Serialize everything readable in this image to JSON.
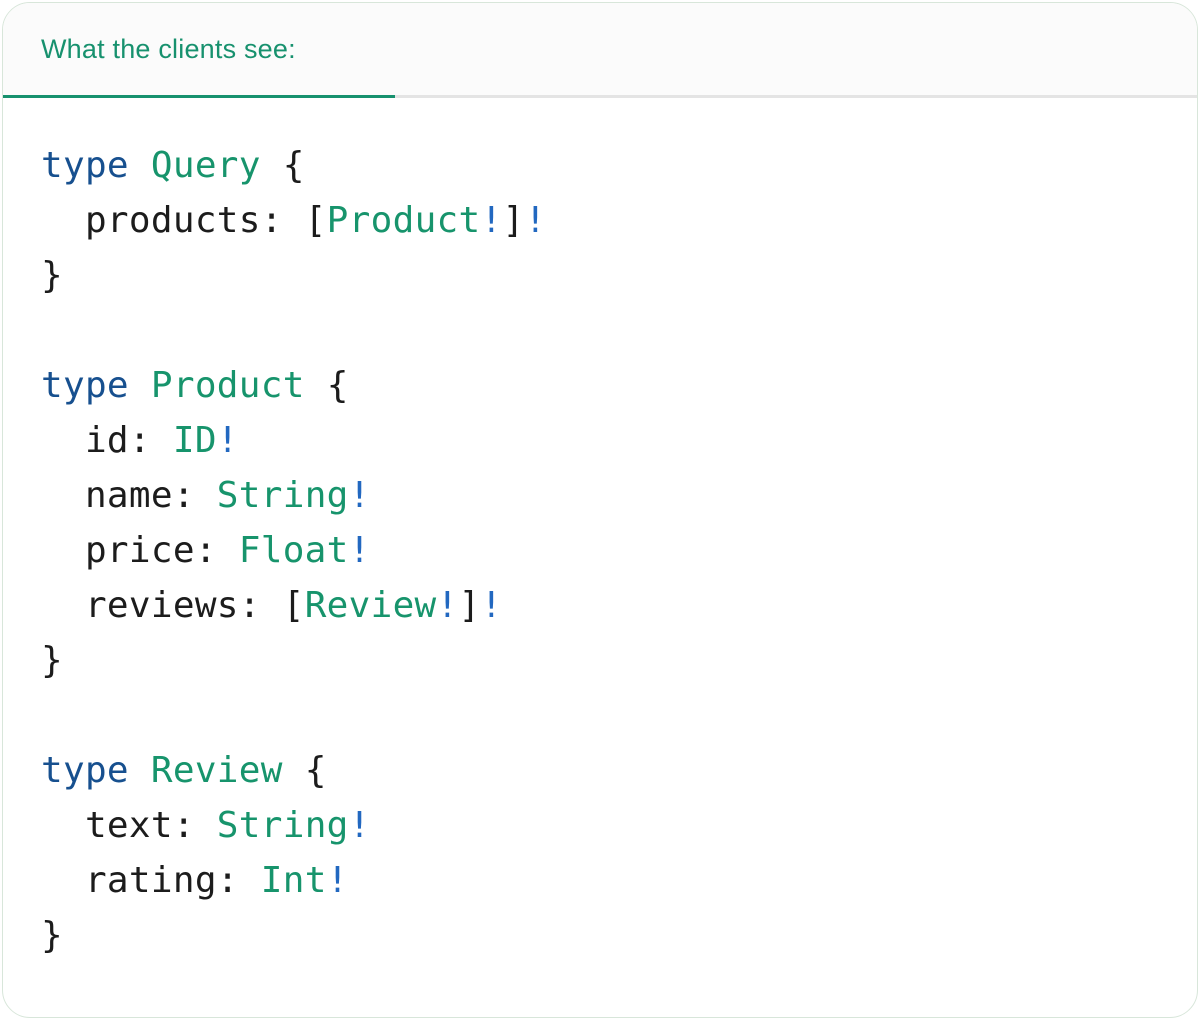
{
  "tab": {
    "label": "What the clients see:"
  },
  "colors": {
    "accent_green": "#17916e",
    "tab_bar_bg": "#fbfbfb",
    "divider_gray": "#e4e4e4",
    "card_border": "#d8e6da",
    "code_plain": "#1c1c1c",
    "keyword_blue": "#17508f",
    "type_green": "#17946c",
    "bang_blue": "#2268c0"
  },
  "code": {
    "token_colors": {
      "kw": "#17508f",
      "type": "#17946c",
      "plain": "#1c1c1c",
      "bang": "#2268c0"
    },
    "lines": [
      [
        {
          "c": "kw",
          "t": "type"
        },
        {
          "c": "plain",
          "t": " "
        },
        {
          "c": "type",
          "t": "Query"
        },
        {
          "c": "plain",
          "t": " {"
        }
      ],
      [
        {
          "c": "plain",
          "t": "  products: ["
        },
        {
          "c": "type",
          "t": "Product"
        },
        {
          "c": "bang",
          "t": "!"
        },
        {
          "c": "plain",
          "t": "]"
        },
        {
          "c": "bang",
          "t": "!"
        }
      ],
      [
        {
          "c": "plain",
          "t": "}"
        }
      ],
      [],
      [
        {
          "c": "kw",
          "t": "type"
        },
        {
          "c": "plain",
          "t": " "
        },
        {
          "c": "type",
          "t": "Product"
        },
        {
          "c": "plain",
          "t": " {"
        }
      ],
      [
        {
          "c": "plain",
          "t": "  id: "
        },
        {
          "c": "type",
          "t": "ID"
        },
        {
          "c": "bang",
          "t": "!"
        }
      ],
      [
        {
          "c": "plain",
          "t": "  name: "
        },
        {
          "c": "type",
          "t": "String"
        },
        {
          "c": "bang",
          "t": "!"
        }
      ],
      [
        {
          "c": "plain",
          "t": "  price: "
        },
        {
          "c": "type",
          "t": "Float"
        },
        {
          "c": "bang",
          "t": "!"
        }
      ],
      [
        {
          "c": "plain",
          "t": "  reviews: ["
        },
        {
          "c": "type",
          "t": "Review"
        },
        {
          "c": "bang",
          "t": "!"
        },
        {
          "c": "plain",
          "t": "]"
        },
        {
          "c": "bang",
          "t": "!"
        }
      ],
      [
        {
          "c": "plain",
          "t": "}"
        }
      ],
      [],
      [
        {
          "c": "kw",
          "t": "type"
        },
        {
          "c": "plain",
          "t": " "
        },
        {
          "c": "type",
          "t": "Review"
        },
        {
          "c": "plain",
          "t": " {"
        }
      ],
      [
        {
          "c": "plain",
          "t": "  text: "
        },
        {
          "c": "type",
          "t": "String"
        },
        {
          "c": "bang",
          "t": "!"
        }
      ],
      [
        {
          "c": "plain",
          "t": "  rating: "
        },
        {
          "c": "type",
          "t": "Int"
        },
        {
          "c": "bang",
          "t": "!"
        }
      ],
      [
        {
          "c": "plain",
          "t": "}"
        }
      ]
    ]
  }
}
